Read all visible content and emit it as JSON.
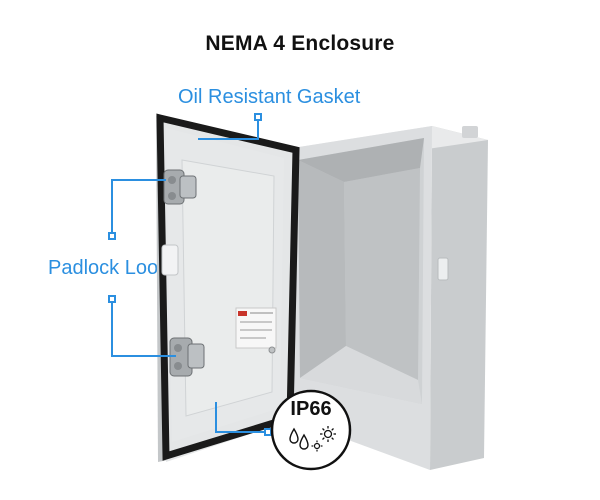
{
  "title": "NEMA 4 Enclosure",
  "callouts": {
    "gasket": "Oil Resistant Gasket",
    "padlock": "Padlock Loop"
  },
  "badge": {
    "label": "IP66",
    "icons": [
      "water-drop-icon",
      "water-drop-icon",
      "sun-icon",
      "sun-icon"
    ]
  },
  "colors": {
    "accent": "#2b8fe0",
    "enclosure": "#dfe1e3",
    "gasket": "#1a1a1a"
  }
}
